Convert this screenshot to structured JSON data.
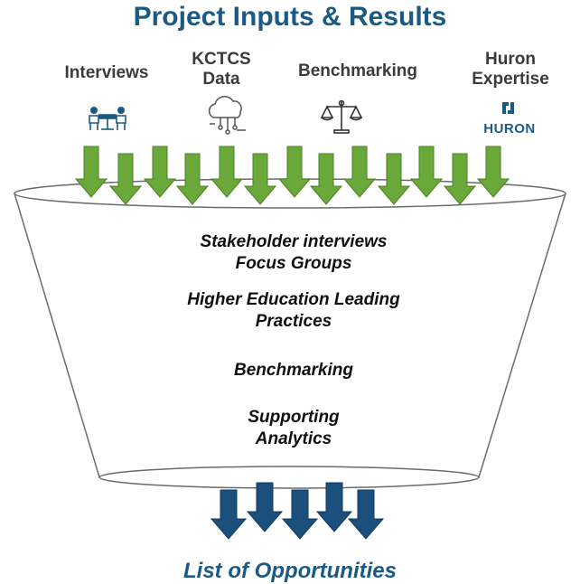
{
  "title": "Project Inputs & Results",
  "inputs": [
    {
      "line1": "Interviews",
      "line2": "",
      "icon": "meeting-icon"
    },
    {
      "line1": "KCTCS",
      "line2": "Data",
      "icon": "cloud-data-icon"
    },
    {
      "line1": "Benchmarking",
      "line2": "",
      "icon": "scale-icon"
    },
    {
      "line1": "Huron",
      "line2": "Expertise",
      "icon": "huron-logo"
    }
  ],
  "huron_logo_text": "HURON",
  "funnel_items": [
    {
      "line1": "Stakeholder interviews",
      "line2": "Focus Groups"
    },
    {
      "line1": "Higher Education Leading",
      "line2": "Practices"
    },
    {
      "line1": "Benchmarking",
      "line2": ""
    },
    {
      "line1": "Supporting",
      "line2": "Analytics"
    }
  ],
  "result": "List of Opportunities",
  "colors": {
    "title": "#1c5a86",
    "green_arrow": "#6aa83a",
    "green_arrow_edge": "#4a7f24",
    "blue_arrow": "#1b4f7c",
    "funnel_edge": "#6b6b6b"
  }
}
